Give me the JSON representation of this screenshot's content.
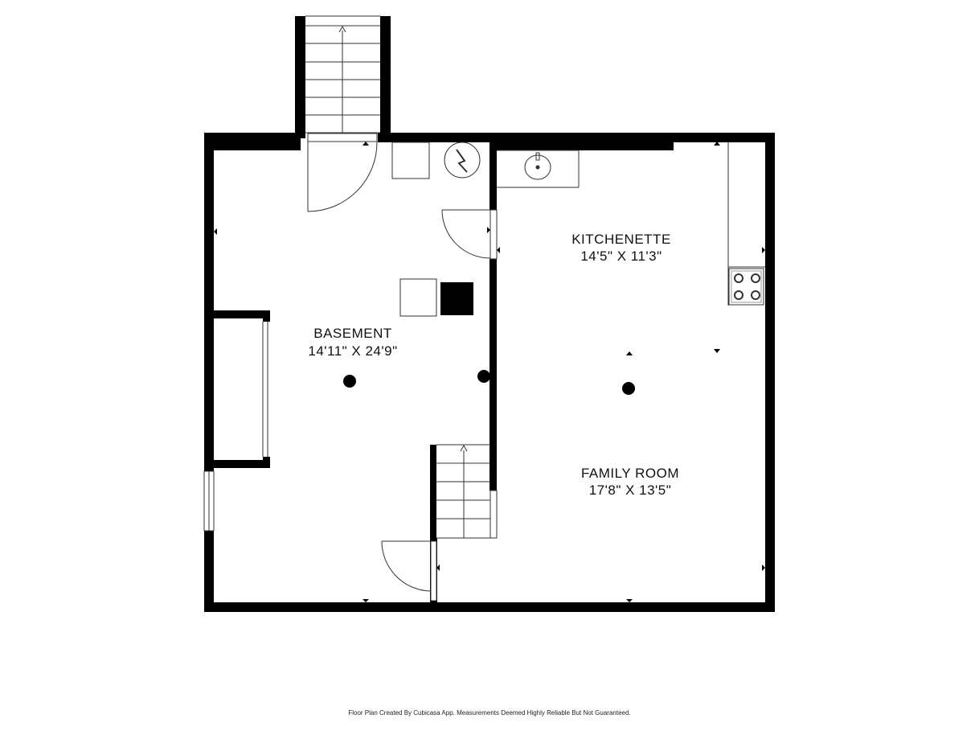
{
  "rooms": {
    "basement": {
      "name": "BASEMENT",
      "dims": "14'11\" X 24'9\""
    },
    "kitchenette": {
      "name": "KITCHENETTE",
      "dims": "14'5\" X 11'3\""
    },
    "family_room": {
      "name": "FAMILY ROOM",
      "dims": "17'8\" X 13'5\""
    }
  },
  "footer": {
    "text": "Floor Plan Created By Cubicasa App. Measurements Deemed Highly Reliable But Not Guaranteed."
  },
  "colors": {
    "wall": "#000000",
    "line": "#333333",
    "background": "#ffffff"
  }
}
